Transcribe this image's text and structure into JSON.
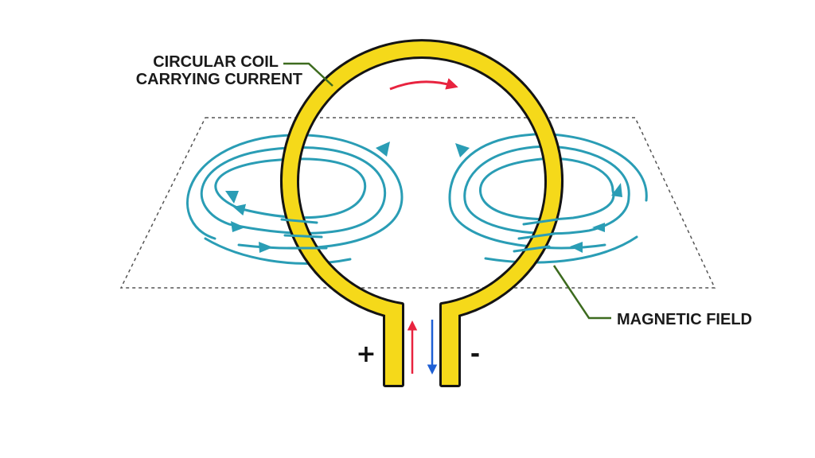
{
  "labels": {
    "coil_line1": "CIRCULAR COIL",
    "coil_line2": "CARRYING CURRENT",
    "field": "MAGNETIC FIELD",
    "plus": "+",
    "minus": "-"
  },
  "colors": {
    "coil_fill": "#f5d91a",
    "coil_outline": "#141414",
    "field_lines": "#2a9db5",
    "current_arrow": "#e8233f",
    "return_arrow": "#1e5fd4",
    "leader_line": "#3d6b1f",
    "plane_border": "#555555",
    "label_text": "#1a1a1a"
  },
  "icons": {
    "current_direction": "arrow-clockwise",
    "field_direction": "arrowheads"
  }
}
